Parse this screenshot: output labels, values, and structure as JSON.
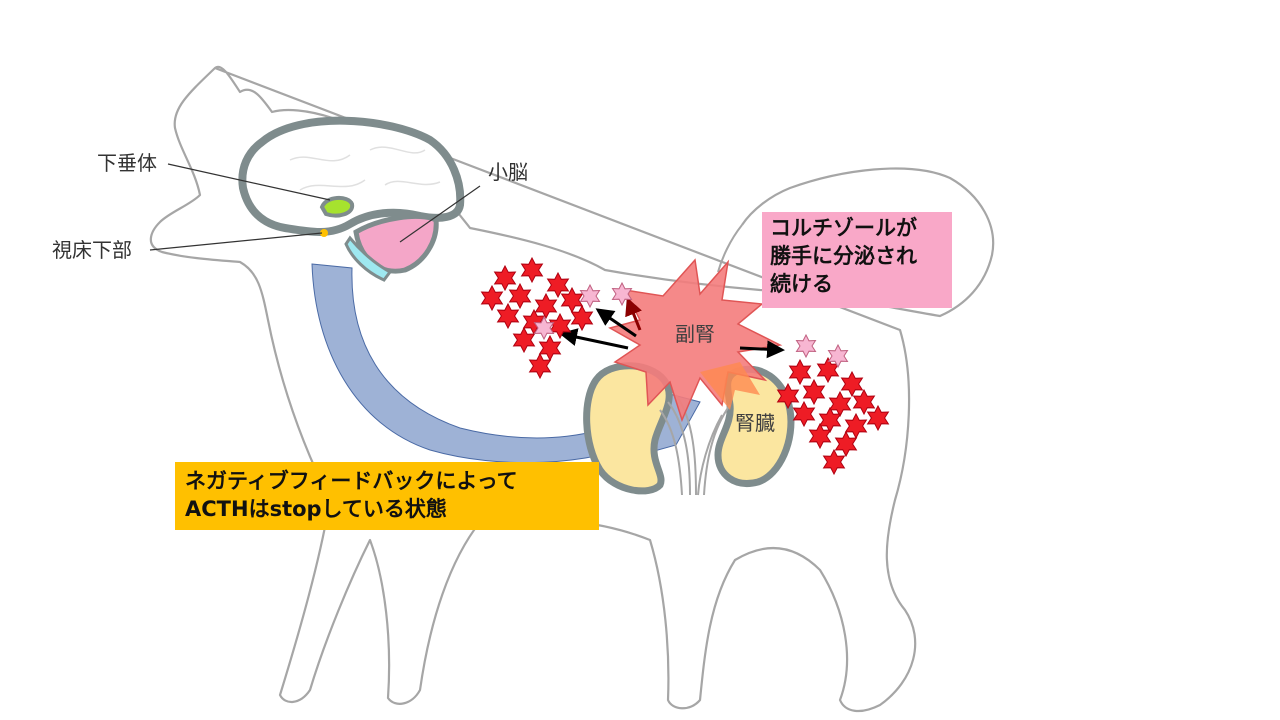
{
  "labels": {
    "pituitary": "下垂体",
    "hypothalamus": "視床下部",
    "cerebellum": "小脳",
    "adrenal": "副腎",
    "kidney": "腎臓"
  },
  "callouts": {
    "cortisol": [
      "コルチゾールが",
      "勝手に分泌され",
      "続ける"
    ],
    "feedback": [
      "ネガティブフィードバックによって",
      "ACTHはstopしている状態"
    ]
  },
  "colors": {
    "dog_outline": "#a6a6a6",
    "brain_outline": "#7f8c8d",
    "pituitary": "#a6e22e",
    "hypothalamus": "#ffc000",
    "cerebellum": "#f4a6c8",
    "brainstem": "#9ee8f0",
    "feedback_arrow": "#7e98c8",
    "adrenal_burst": "#f47c7c",
    "kidney": "#fbe6a0",
    "cortisol_star": "#ee1c25",
    "small_star": "#f7b6d2",
    "pink_callout": "#f9a8c8",
    "orange_callout": "#ffc000"
  }
}
